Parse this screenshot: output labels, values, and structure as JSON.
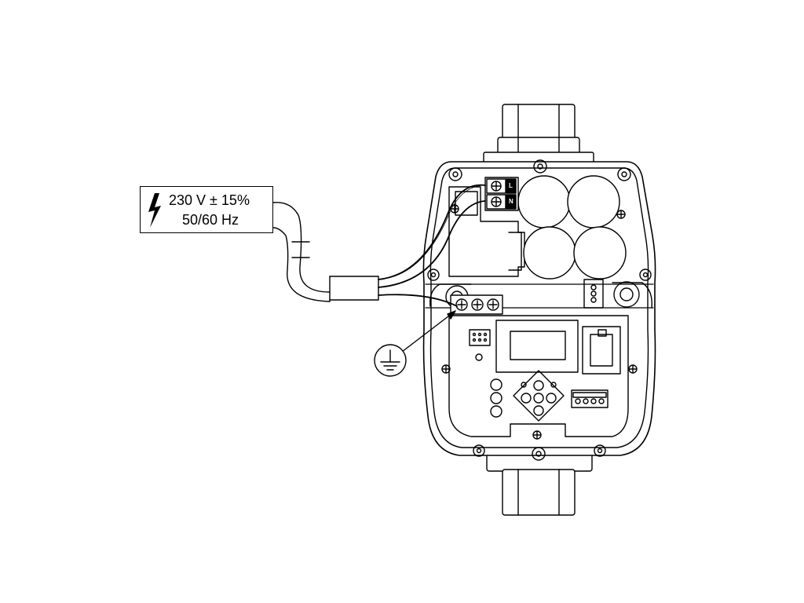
{
  "supply_label": {
    "voltage": "230 V ± 15%",
    "frequency": "50/60 Hz",
    "icon": "lightning-bolt-icon"
  },
  "terminals": {
    "line": "L",
    "neutral": "N"
  },
  "ground": {
    "icon": "ground-symbol-icon"
  },
  "colors": {
    "stroke": "#000000",
    "background": "#ffffff"
  }
}
